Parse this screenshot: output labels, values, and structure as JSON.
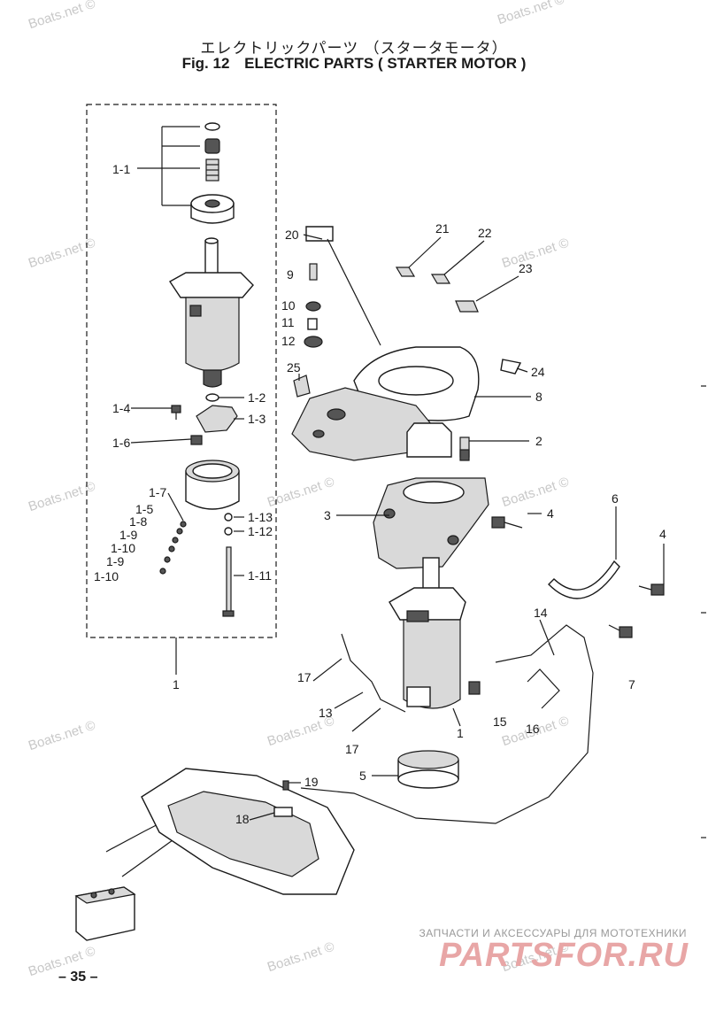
{
  "title": {
    "japanese": "エレクトリックパーツ （スタータモータ）",
    "figure": "Fig. 12",
    "english": "ELECTRIC PARTS ( STARTER MOTOR )"
  },
  "watermark": "Boats.net ©",
  "page_number": "– 35 –",
  "shop": {
    "subtitle": "ЗАПЧАСТИ И АКСЕССУАРЫ ДЛЯ МОТОТЕХНИКИ",
    "logo": "PARTSFOR.RU"
  },
  "labels": {
    "l1_1": "1-1",
    "l1_2": "1-2",
    "l1_3": "1-3",
    "l1_4": "1-4",
    "l1_6": "1-6",
    "l1_7": "1-7",
    "l1_5": "1-5",
    "l1_8": "1-8",
    "l1_9a": "1-9",
    "l1_10a": "1-10",
    "l1_9b": "1-9",
    "l1_10b": "1-10",
    "l1_13": "1-13",
    "l1_12": "1-12",
    "l1_11": "1-11",
    "l1": "1",
    "l1b": "1",
    "l2": "2",
    "l3": "3",
    "l4a": "4",
    "l4b": "4",
    "l5": "5",
    "l6": "6",
    "l7": "7",
    "l8": "8",
    "l9": "9",
    "l10": "10",
    "l11": "11",
    "l12": "12",
    "l13": "13",
    "l14": "14",
    "l15": "15",
    "l16": "16",
    "l17a": "17",
    "l17b": "17",
    "l18": "18",
    "l19": "19",
    "l20": "20",
    "l21": "21",
    "l22": "22",
    "l23": "23",
    "l24": "24",
    "l25": "25"
  }
}
